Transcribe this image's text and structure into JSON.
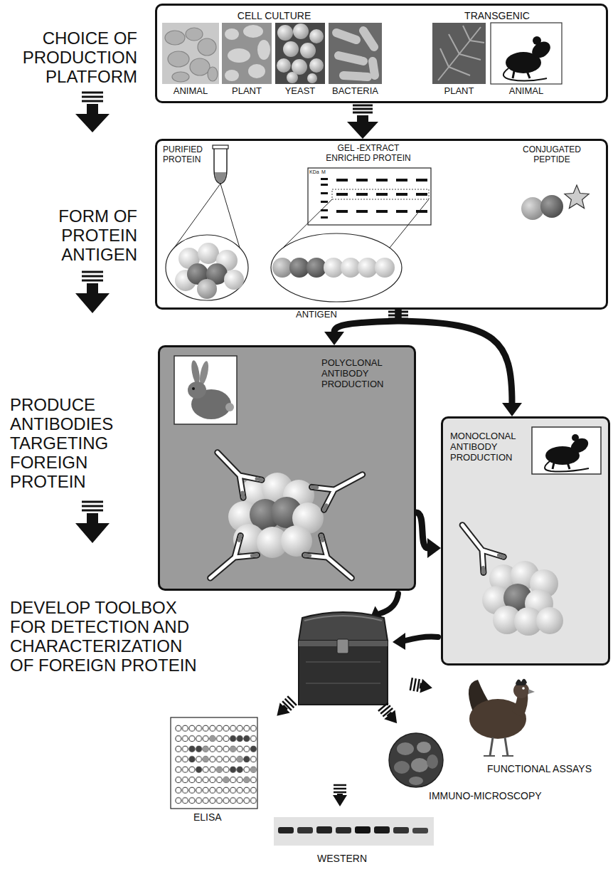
{
  "diagram": {
    "nodes": [
      {
        "text": [
          "CELL CULTURE",
          "ANIMAL",
          "PLANT",
          "YEAST",
          "BACTERIA",
          "TRANSGENIC",
          "PLANT",
          "ANIMAL"
        ]
      },
      {
        "text": [
          "PURIFIED PROTEIN",
          "GEL -EXTRACT ENRICHED PROTEIN",
          "KDa",
          "M",
          "CONJUGATED PEPTIDE",
          "ANTIGEN"
        ]
      },
      {
        "text": [
          "POLYCLONAL ANTIBODY PRODUCTION"
        ]
      },
      {
        "text": [
          "MONOCLONAL ANTIBODY PRODUCTION"
        ]
      }
    ],
    "edges": [
      {
        "from": 0,
        "to": 1,
        "arrow": "to"
      },
      {
        "from": 1,
        "to": 2,
        "arrow": "to"
      },
      {
        "from": 1,
        "to": 3,
        "arrow": "to"
      },
      {
        "from": 2,
        "to": 3,
        "arrow": "to"
      }
    ],
    "labels": [
      "CHOICE OF PRODUCTION PLATFORM",
      "FORM OF PROTEIN ANTIGEN",
      "PRODUCE ANTIBODIES TARGETING FOREIGN PROTEIN",
      "DEVELOP TOOLBOX FOR DETECTION AND CHARACTERIZATION OF FOREIGN PROTEIN",
      "ELISA",
      "WESTERN",
      "IMMUNO-MICROSCOPY",
      "FUNCTIONAL ASSAYS"
    ]
  }
}
